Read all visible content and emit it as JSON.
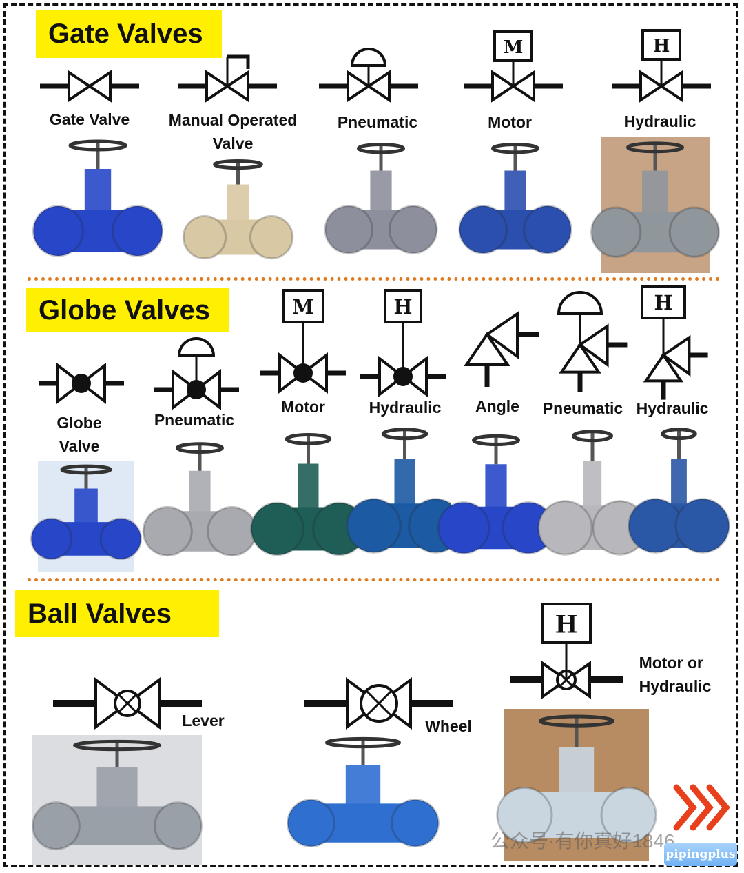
{
  "sections": {
    "gate": {
      "title": "Gate Valves",
      "items": [
        {
          "label": "Gate Valve",
          "type": "gate"
        },
        {
          "label": "Manual Operated\nValve",
          "type": "manual"
        },
        {
          "label": "Pneumatic",
          "type": "pneumatic"
        },
        {
          "label": "Motor",
          "type": "box",
          "box_letter": "M"
        },
        {
          "label": "Hydraulic",
          "type": "box",
          "box_letter": "H"
        }
      ]
    },
    "globe": {
      "title": "Globe Valves",
      "items": [
        {
          "label": "Globe\nValve",
          "type": "globe"
        },
        {
          "label": "Pneumatic",
          "type": "pneumatic"
        },
        {
          "label": "Motor",
          "type": "box",
          "box_letter": "M"
        },
        {
          "label": "Hydraulic",
          "type": "box",
          "box_letter": "H"
        },
        {
          "label": "Angle",
          "type": "angle"
        },
        {
          "label": "Pneumatic",
          "type": "angle-pneumatic"
        },
        {
          "label": "Hydraulic",
          "type": "angle-box",
          "box_letter": "H"
        }
      ]
    },
    "ball": {
      "title": "Ball Valves",
      "items": [
        {
          "label": "Lever",
          "type": "ball"
        },
        {
          "label": "Wheel",
          "type": "ball-large"
        },
        {
          "label": "Motor or\nHydraulic",
          "type": "ball-box",
          "box_letter": "H"
        }
      ]
    }
  },
  "watermark": "公众号·有你真好1846",
  "badge": "pipingplus",
  "colors": {
    "title_bg": "#ffef00",
    "divider": "#e07a1f",
    "arrow": "#e8401c",
    "valve_blue": "#2747c8"
  }
}
